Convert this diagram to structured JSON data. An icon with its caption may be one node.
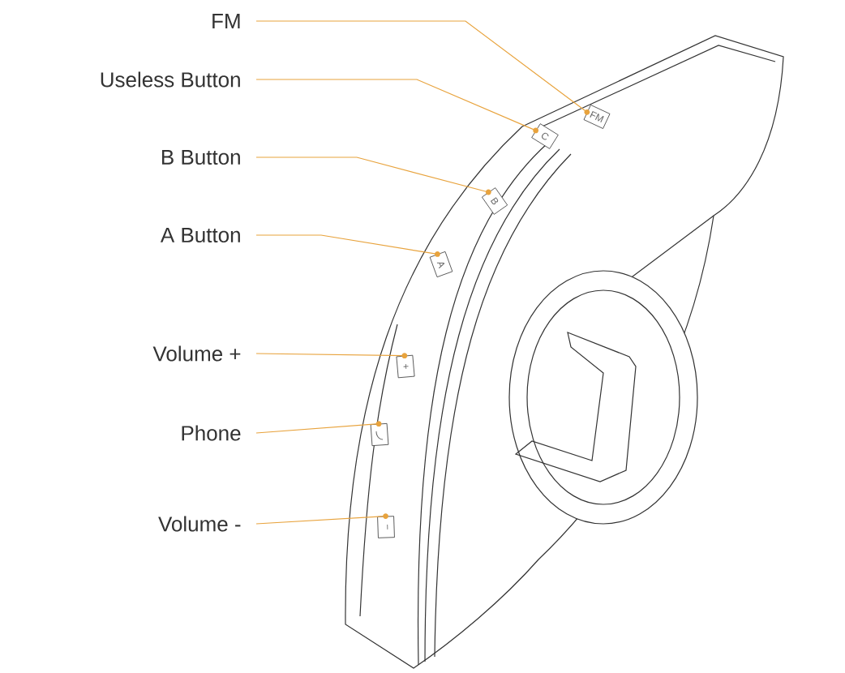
{
  "diagram": {
    "nodes": [
      {
        "text": [
          "FM"
        ]
      },
      {
        "text": [
          "Useless Button"
        ]
      },
      {
        "text": [
          "B Button"
        ]
      },
      {
        "text": [
          "A Button"
        ]
      },
      {
        "text": [
          "Volume +"
        ]
      },
      {
        "text": [
          "Phone"
        ]
      },
      {
        "text": [
          "Volume -"
        ]
      },
      {
        "text": [
          "FM"
        ]
      },
      {
        "text": [
          "C"
        ]
      },
      {
        "text": [
          "B"
        ]
      },
      {
        "text": [
          "A"
        ]
      },
      {
        "text": [
          "+"
        ]
      },
      {
        "text": [],
        "shape": "box"
      },
      {
        "text": [
          "−"
        ]
      }
    ],
    "edges": [
      {
        "from": 0,
        "to": 7,
        "arrow": "none"
      },
      {
        "from": 1,
        "to": 8,
        "arrow": "none"
      },
      {
        "from": 2,
        "to": 9,
        "arrow": "none"
      },
      {
        "from": 3,
        "to": 10,
        "arrow": "none"
      },
      {
        "from": 4,
        "to": 11,
        "arrow": "none"
      },
      {
        "from": 5,
        "to": 12,
        "arrow": "none"
      },
      {
        "from": 6,
        "to": 13,
        "arrow": "none"
      }
    ]
  }
}
